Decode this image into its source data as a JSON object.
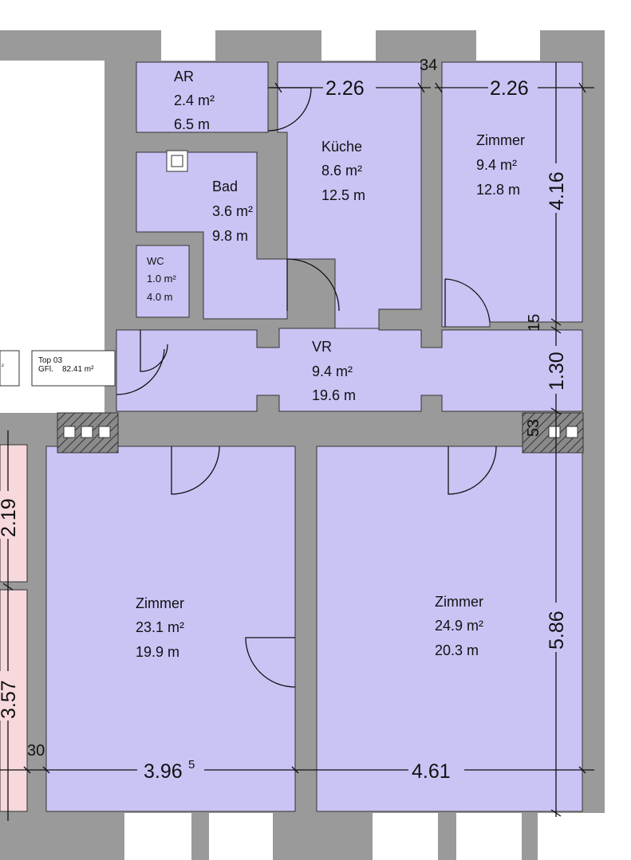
{
  "colors": {
    "room_fill": "#cac4f5",
    "wall": "#9a9a9a",
    "pink_fill": "#f6d8dd",
    "dim_line": "#111111",
    "hatch_fill": "#7b7b7b"
  },
  "rooms": [
    {
      "name": "AR",
      "area": "2.4 m²",
      "perimeter": "6.5 m"
    },
    {
      "name": "Küche",
      "area": "8.6 m²",
      "perimeter": "12.5 m"
    },
    {
      "name": "Zimmer",
      "area": "9.4 m²",
      "perimeter": "12.8 m"
    },
    {
      "name": "Bad",
      "area": "3.6 m²",
      "perimeter": "9.8 m"
    },
    {
      "name": "WC",
      "area": "1.0 m²",
      "perimeter": "4.0 m"
    },
    {
      "name": "VR",
      "area": "9.4 m²",
      "perimeter": "19.6 m"
    },
    {
      "name": "Zimmer",
      "area": "23.1 m²",
      "perimeter": "19.9 m"
    },
    {
      "name": "Zimmer",
      "area": "24.9 m²",
      "perimeter": "20.3 m"
    }
  ],
  "unit_box": {
    "name": "Top 03",
    "gfl_label": "GFl.",
    "gfl_value": "82.41 m²"
  },
  "left_box_text": "²",
  "dimensions": {
    "kitchen_width": "2.26",
    "zimmer_top_width": "2.26",
    "wall_34": "34",
    "zimmer_top_height": "4.16",
    "wall_15": "15",
    "vr_height": "1.30",
    "wall_53": "53",
    "zimmer_right_height": "5.86",
    "zimmer_left_width": "3.96",
    "zimmer_left_width_sup": "5",
    "zimmer_right_width": "4.61",
    "wall_30": "30",
    "left_219": "2.19",
    "left_357": "3.57"
  }
}
